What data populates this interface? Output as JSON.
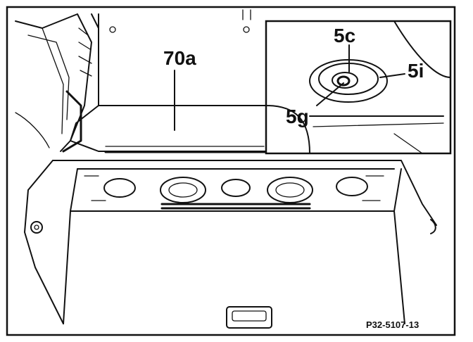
{
  "figure": {
    "reference_code": "P32-5107-13",
    "labels": {
      "main_part": "70a",
      "inset_top": "5c",
      "inset_right": "5i",
      "inset_left": "5g"
    }
  }
}
